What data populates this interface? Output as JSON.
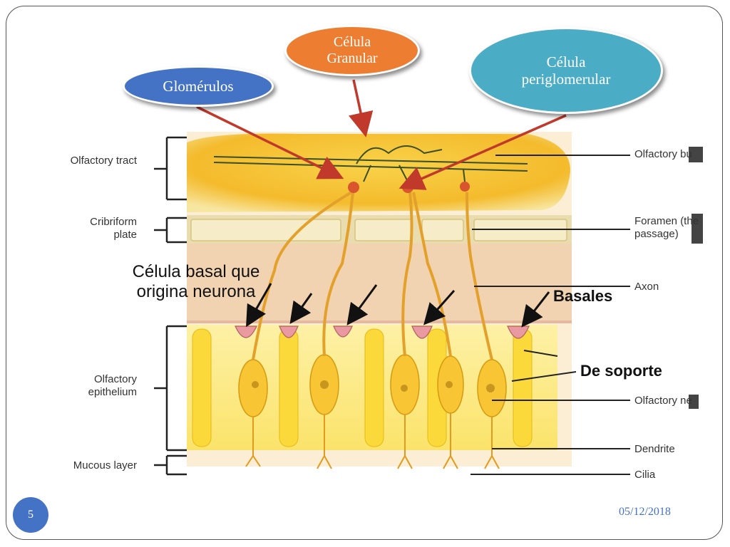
{
  "slide": {
    "number": "5",
    "date": "05/12/2018"
  },
  "callouts": {
    "glomerulos": "Glomérulos",
    "granular": "Célula Granular",
    "periglomerular": "Célula periglomerular"
  },
  "left_labels": {
    "olfactory_tract": "Olfactory tract",
    "cribriform_plate": "Cribriform plate",
    "olfactory_epithelium": "Olfactory epithelium",
    "mucous_layer": "Mucous layer"
  },
  "right_labels": {
    "olfactory_bulb": "Olfactory bulb",
    "foramen": "Foramen (the passage)",
    "axon": "Axon",
    "olfactory_neuron": "Olfactory neuron",
    "dendrite": "Dendrite",
    "cilia": "Cilia"
  },
  "annotations": {
    "basal_cell": "Célula basal que origina neurona",
    "basales": "Basales",
    "de_soporte": "De soporte"
  },
  "colors": {
    "bulb": "#f6c23a",
    "plate": "#e7d9a4",
    "tissue": "#f2d6a8",
    "epithelium": "#fbe98a",
    "arrow_red": "#c0392b"
  }
}
